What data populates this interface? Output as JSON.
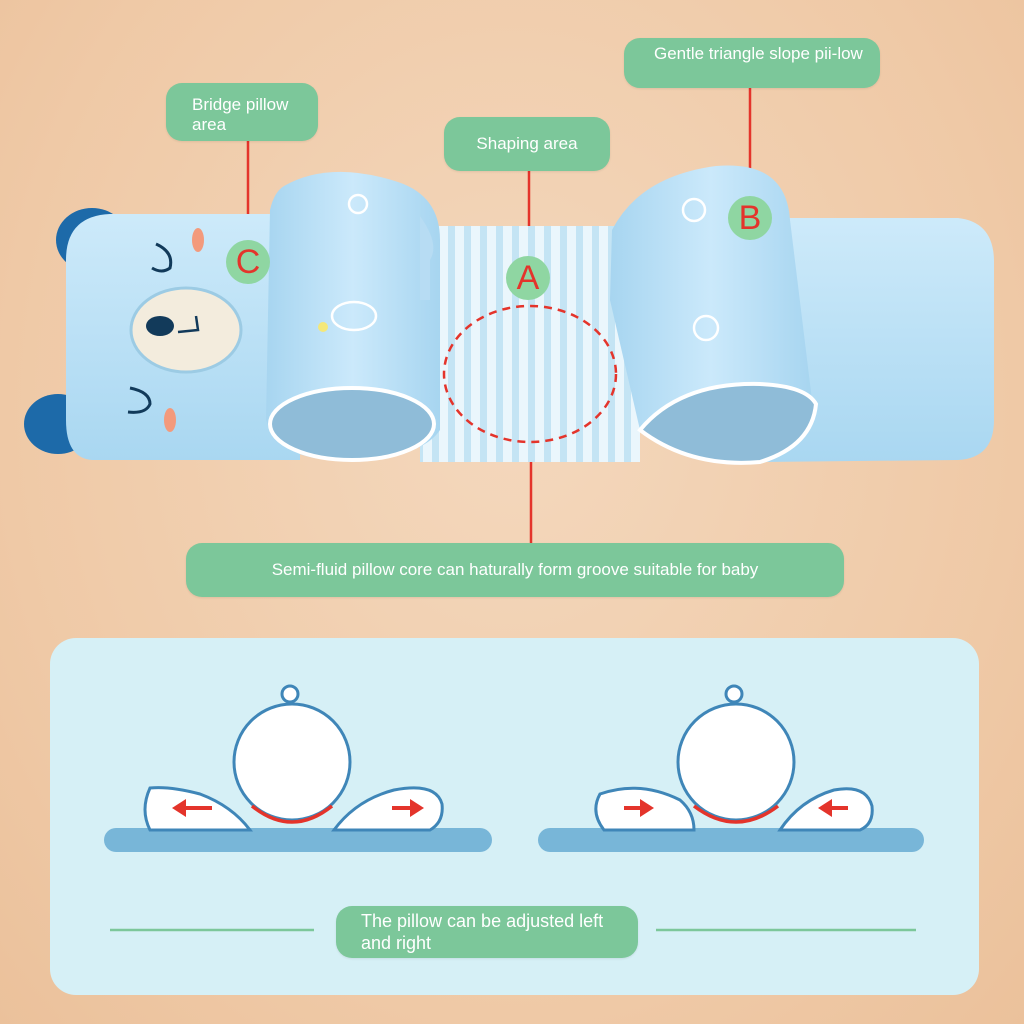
{
  "labels": {
    "bridge": "Bridge pillow area",
    "gentle": "Gentle triangle slope pii-low",
    "shaping": "Shaping area",
    "semi_fluid": "Semi-fluid pillow core can haturally form groove suitable for baby",
    "adjustable": "The pillow can be adjusted left and right"
  },
  "markers": {
    "a": "A",
    "b": "B",
    "c": "C"
  },
  "colors": {
    "background": "#efc9a6",
    "label_green": "#7cc79a",
    "marker_red": "#e4342b",
    "pillow_blue": "#bfe4f7",
    "panel_blue": "#d6f0f6"
  }
}
